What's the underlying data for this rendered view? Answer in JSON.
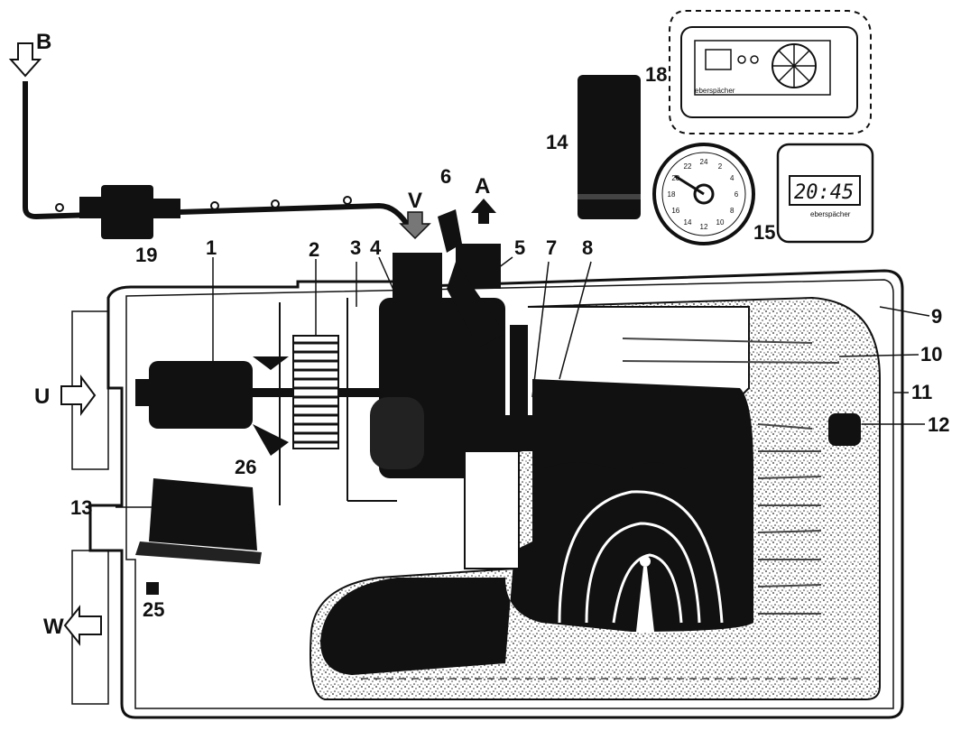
{
  "labels": {
    "l1": "1",
    "l2": "2",
    "l3": "3",
    "l4": "4",
    "l5": "5",
    "l6": "6",
    "l7": "7",
    "l8": "8",
    "l9": "9",
    "l10": "10",
    "l11": "11",
    "l12": "12",
    "l13": "13",
    "l14": "14",
    "l15": "15",
    "l18": "18",
    "l19": "19",
    "l25": "25",
    "l26": "26"
  },
  "arrows": {
    "b": "B",
    "v": "V",
    "a": "A",
    "u": "U",
    "w": "W"
  },
  "devices": {
    "clock_display": "20:45",
    "brand": "eberspächer",
    "dial_numbers": [
      "24",
      "2",
      "4",
      "6",
      "8",
      "10",
      "12",
      "14",
      "16",
      "18",
      "20",
      "22"
    ]
  },
  "colors": {
    "ink": "#111111",
    "paper": "#ffffff",
    "speckle": "#cfcfcf"
  }
}
